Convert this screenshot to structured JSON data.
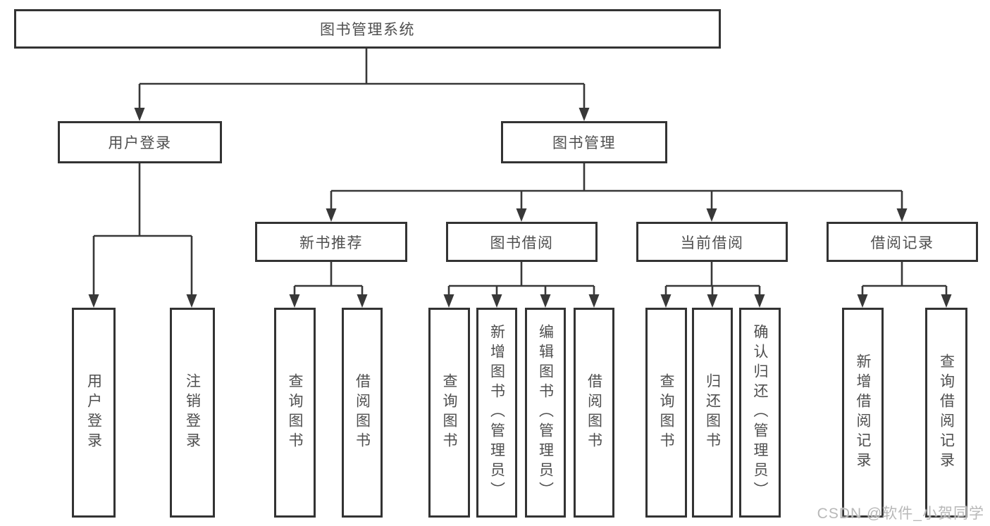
{
  "diagram": {
    "root": {
      "label": "图书管理系统"
    },
    "level1": [
      {
        "label": "用户登录"
      },
      {
        "label": "图书管理"
      }
    ],
    "level2": [
      {
        "label": "新书推荐",
        "parent": "图书管理"
      },
      {
        "label": "图书借阅",
        "parent": "图书管理"
      },
      {
        "label": "当前借阅",
        "parent": "图书管理"
      },
      {
        "label": "借阅记录",
        "parent": "图书管理"
      }
    ],
    "leaves": [
      {
        "label": "用户登录",
        "parent": "用户登录"
      },
      {
        "label": "注销登录",
        "parent": "用户登录"
      },
      {
        "label": "查询图书",
        "parent": "新书推荐"
      },
      {
        "label": "借阅图书",
        "parent": "新书推荐"
      },
      {
        "label": "查询图书",
        "parent": "图书借阅"
      },
      {
        "label": "新增图书（管理员）",
        "parent": "图书借阅"
      },
      {
        "label": "编辑图书（管理员）",
        "parent": "图书借阅"
      },
      {
        "label": "借阅图书",
        "parent": "图书借阅"
      },
      {
        "label": "查询图书",
        "parent": "当前借阅"
      },
      {
        "label": "归还图书",
        "parent": "当前借阅"
      },
      {
        "label": "确认归还（管理员）",
        "parent": "当前借阅"
      },
      {
        "label": "新增借阅记录",
        "parent": "借阅记录"
      },
      {
        "label": "查询借阅记录",
        "parent": "借阅记录"
      }
    ]
  },
  "watermark": {
    "text": "CSDN @软件_小贺同学"
  },
  "colors": {
    "line": "#383838",
    "box_border": "#333333",
    "text": "#4f4f4f",
    "background": "#ffffff",
    "watermark": "#b8b8b8"
  }
}
